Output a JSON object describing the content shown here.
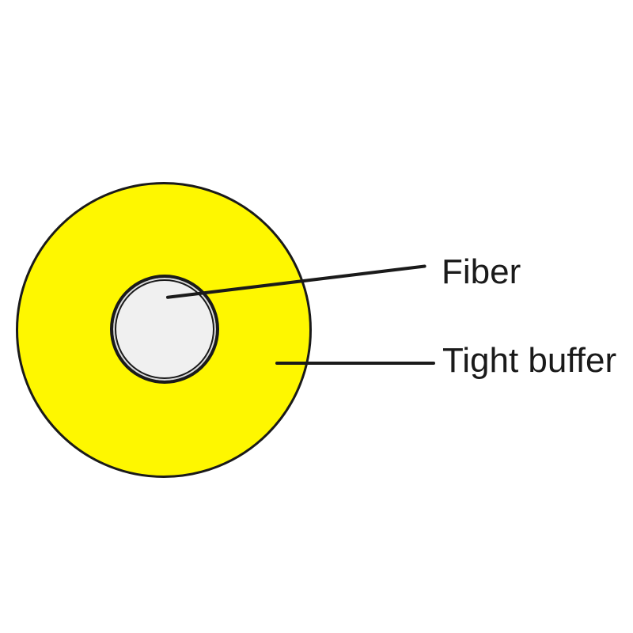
{
  "diagram": {
    "type": "cross-section",
    "subject": "tight-buffered optical fiber cable",
    "fiber_label": "Fiber",
    "tight_buffer_label": "Tight buffer"
  },
  "colors": {
    "background": "#ffffff",
    "tight_buffer_fill": "#fef700",
    "fiber_fill": "#f0f0f0",
    "fiber_inner_gap": "#dcdcdc",
    "outline": "#1a1a1a",
    "label_text": "#1a1a1a"
  }
}
